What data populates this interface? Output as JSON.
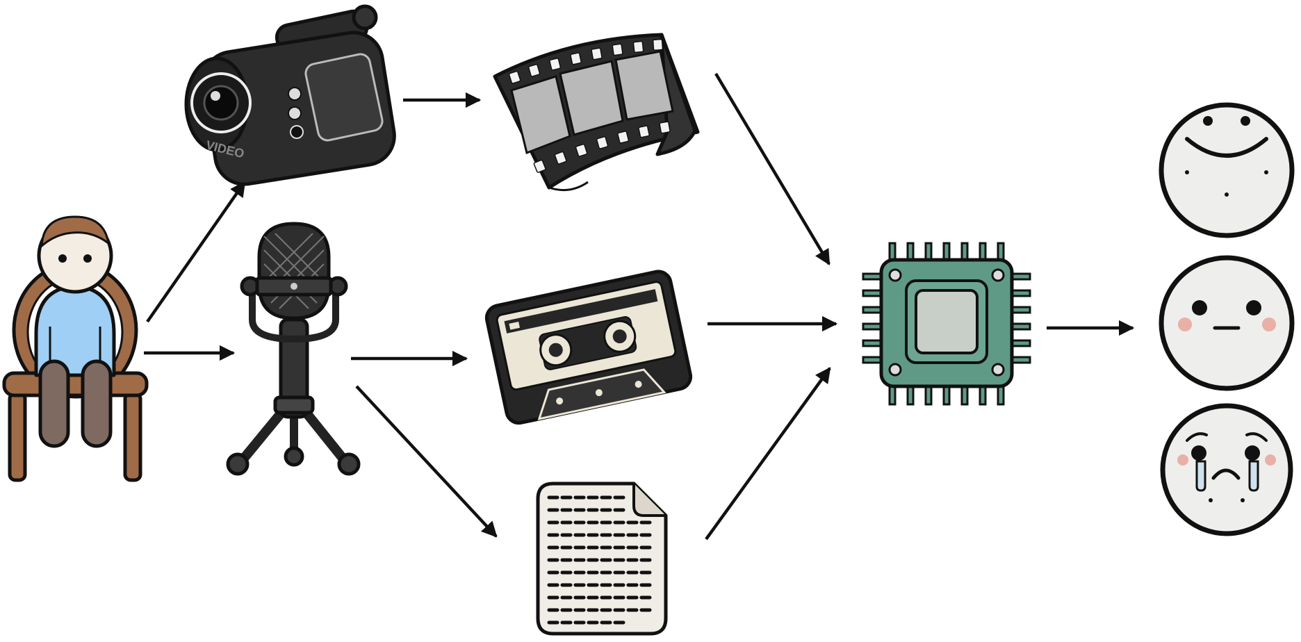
{
  "diagram": {
    "nodes": [
      {
        "id": "person",
        "icon": "seated-person-icon"
      },
      {
        "id": "camera",
        "icon": "video-camera-icon",
        "label": "VIDEO"
      },
      {
        "id": "microphone",
        "icon": "microphone-icon"
      },
      {
        "id": "film",
        "icon": "film-strip-icon"
      },
      {
        "id": "cassette",
        "icon": "cassette-tape-icon"
      },
      {
        "id": "document",
        "icon": "text-document-icon"
      },
      {
        "id": "chip",
        "icon": "processor-chip-icon"
      },
      {
        "id": "happy",
        "icon": "happy-face-icon"
      },
      {
        "id": "neutral",
        "icon": "neutral-face-icon"
      },
      {
        "id": "sad",
        "icon": "crying-face-icon"
      }
    ],
    "edges": [
      {
        "from": "person",
        "to": "camera"
      },
      {
        "from": "person",
        "to": "microphone"
      },
      {
        "from": "camera",
        "to": "film"
      },
      {
        "from": "microphone",
        "to": "cassette"
      },
      {
        "from": "microphone",
        "to": "document"
      },
      {
        "from": "film",
        "to": "chip"
      },
      {
        "from": "cassette",
        "to": "chip"
      },
      {
        "from": "document",
        "to": "chip"
      },
      {
        "from": "chip",
        "to": "faces"
      }
    ],
    "colors": {
      "outline": "#111111",
      "chip_green": "#5f9a86",
      "shirt_blue": "#9fcff5",
      "chair_brown": "#9a6a4a",
      "face_fill": "#eeeeec",
      "blush": "#e8b0a6"
    }
  }
}
